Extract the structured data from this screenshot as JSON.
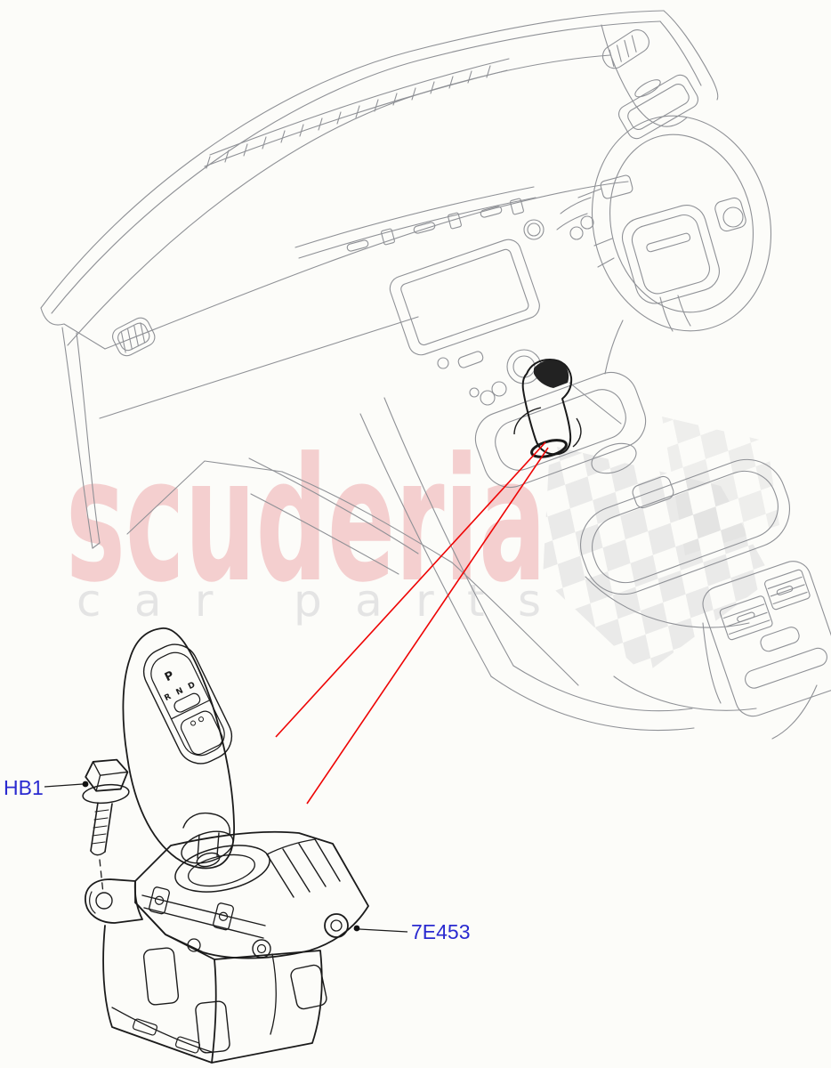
{
  "page": {
    "type": "vehicle-parts-catalog-diagram",
    "subject": "gear-shift-selector-assembly-in-dashboard-console"
  },
  "callouts": {
    "bolt_label": "HB1",
    "selector_label": "7E453"
  },
  "knob_markings": {
    "p": "P",
    "r": "R",
    "n": "N",
    "d": "D"
  },
  "watermark": {
    "brand": "scuderia",
    "subtitle": "car parts"
  },
  "colors": {
    "background": "#fcfcf9",
    "line_art_gray": "#8f9196",
    "part_detail_dark": "#1b1b1b",
    "callout_blue": "#2a2ad0",
    "leader_red": "#ee0404",
    "watermark_pink": "#f4cfcf",
    "watermark_gray": "#e4e4e4",
    "checker_gray": "#dcdcdc"
  }
}
